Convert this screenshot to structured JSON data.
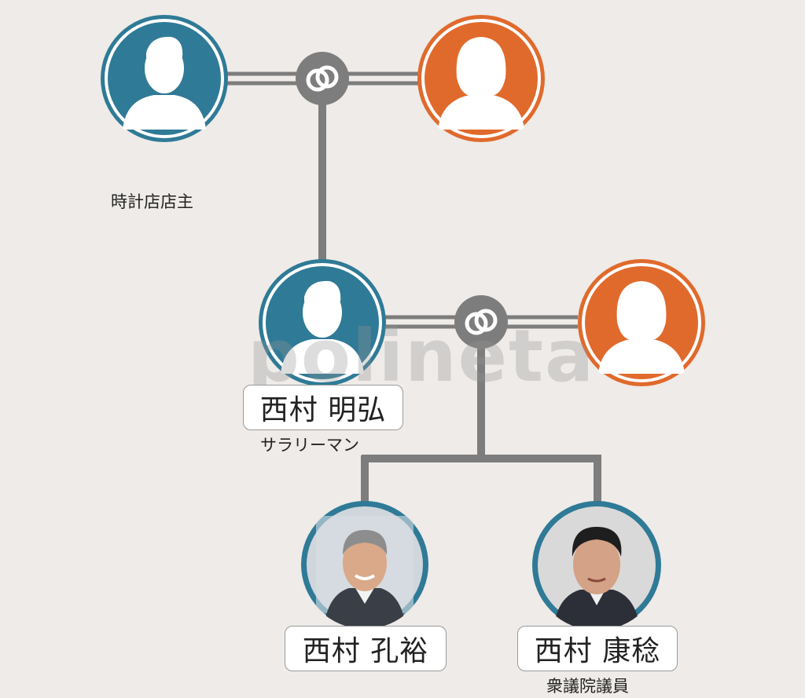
{
  "colors": {
    "background": "#eeebe8",
    "male": "#2f7a96",
    "female": "#e06a2c",
    "connector": "#7d7d7d",
    "ring": "#ffffff"
  },
  "icons": {
    "marriage": "rings-icon",
    "male_silhouette": "male-silhouette-icon",
    "female_silhouette": "female-silhouette-icon"
  },
  "people": {
    "grandfather": {
      "role": "時計店店主",
      "gender": "male"
    },
    "grandmother": {
      "gender": "female"
    },
    "father": {
      "name": "西村 明弘",
      "role": "サラリーマン",
      "gender": "male"
    },
    "mother": {
      "gender": "female"
    },
    "brother": {
      "name": "西村 孔裕",
      "gender": "male"
    },
    "subject": {
      "name": "西村 康稔",
      "role": "衆議院議員",
      "gender": "male"
    }
  },
  "watermark": "polineta"
}
